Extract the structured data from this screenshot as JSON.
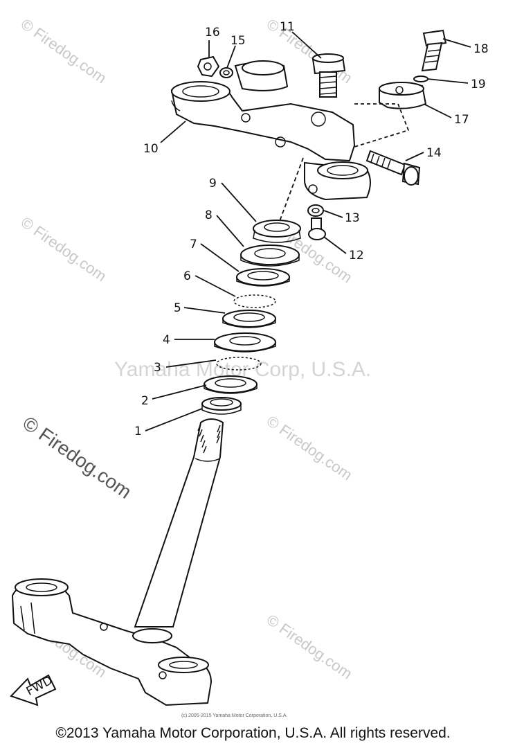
{
  "watermark": {
    "site": "© Firedog.com",
    "center": "Yamaha Motor Corp, U.S.A."
  },
  "fwd_label": "FWD",
  "tiny_copyright": "(c) 2005-2015 Yamaha Motor Corporation, U.S.A.",
  "footer": "©2013 Yamaha Motor Corporation, U.S.A. All rights reserved.",
  "callouts": [
    "1",
    "2",
    "3",
    "4",
    "5",
    "6",
    "7",
    "8",
    "9",
    "10",
    "11",
    "12",
    "13",
    "14",
    "15",
    "16",
    "17",
    "18",
    "19"
  ]
}
